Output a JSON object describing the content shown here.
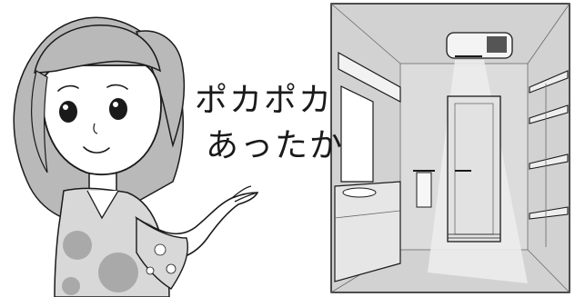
{
  "caption": {
    "line1": "ポカポカ",
    "line2": "あったか"
  },
  "colors": {
    "line": "#1a1a1a",
    "hair": "#b9b9b9",
    "skin": "#ffffff",
    "shirt_light": "#d8d8d8",
    "shirt_dark": "#a9a9a9",
    "room_bg": "#d2d2d2",
    "warm_beam": "#e9e9e9"
  },
  "icons": {
    "woman": "woman-presenting-illustration",
    "bathroom": "bathroom-heater-illustration"
  }
}
